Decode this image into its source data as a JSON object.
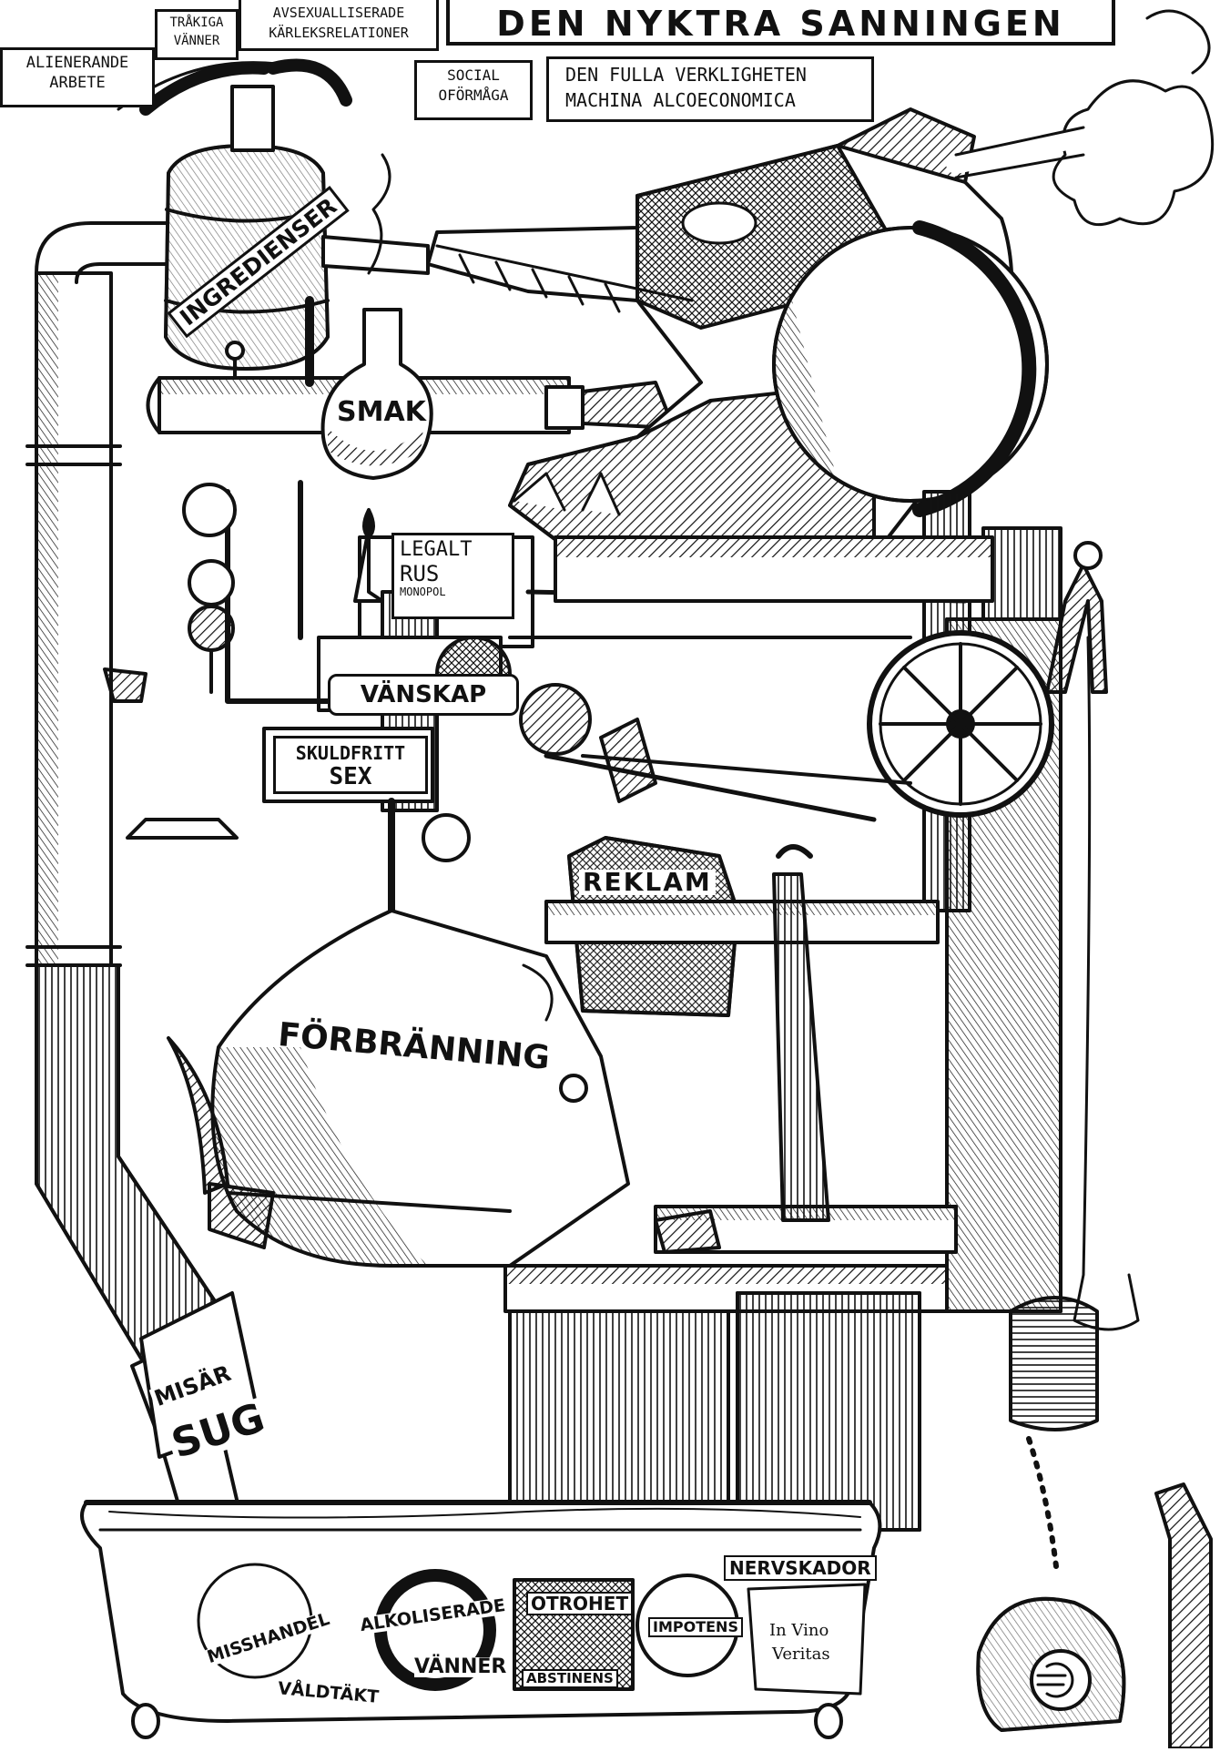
{
  "title": "DEN NYKTRA SANNINGEN",
  "subtitle": {
    "line1": "DEN FULLA VERKLIGHETEN",
    "line2": "MACHINA ALCOECONOMICA"
  },
  "top_signs": {
    "alienating_work": {
      "line1": "ALIENERANDE",
      "line2": "ARBETE"
    },
    "boring_friends": {
      "line1": "TRÅKIGA",
      "line2": "VÄNNER"
    },
    "asexualized": {
      "line1": "AVSEXUALLISERADE",
      "line2": "KÄRLEKSRELATIONER"
    },
    "social": {
      "line1": "SOCIAL",
      "line2": "OFÖRMÅGA"
    }
  },
  "machine_labels": {
    "ingredients": "INGREDIENSER",
    "taste": "SMAK",
    "legal_high": {
      "line1": "LEGALT",
      "line2": "RUS",
      "line3": "MONOPOL"
    },
    "friendship": "VÄNSKAP",
    "guiltfree": {
      "line1": "SKULDFRITT",
      "line2": "SEX"
    },
    "ads": "REKLAM",
    "burning": "FÖRBRÄNNING",
    "misery": "MISÄR",
    "suck": "SUG"
  },
  "tub_labels": {
    "abuse": "MISSHANDEL",
    "rape": "VÅLDTÄKT",
    "alco_friends": {
      "line1": "ALKOLISERADE",
      "line2": "VÄNNER"
    },
    "infidelity": "OTROHET",
    "abstinence": "ABSTINENS",
    "impotence": "IMPOTENS",
    "nerve": "NERVSKADOR",
    "in_vino": {
      "line1": "In Vino",
      "line2": "Veritas"
    }
  },
  "colors": {
    "ink": "#111111",
    "paper": "#ffffff"
  }
}
